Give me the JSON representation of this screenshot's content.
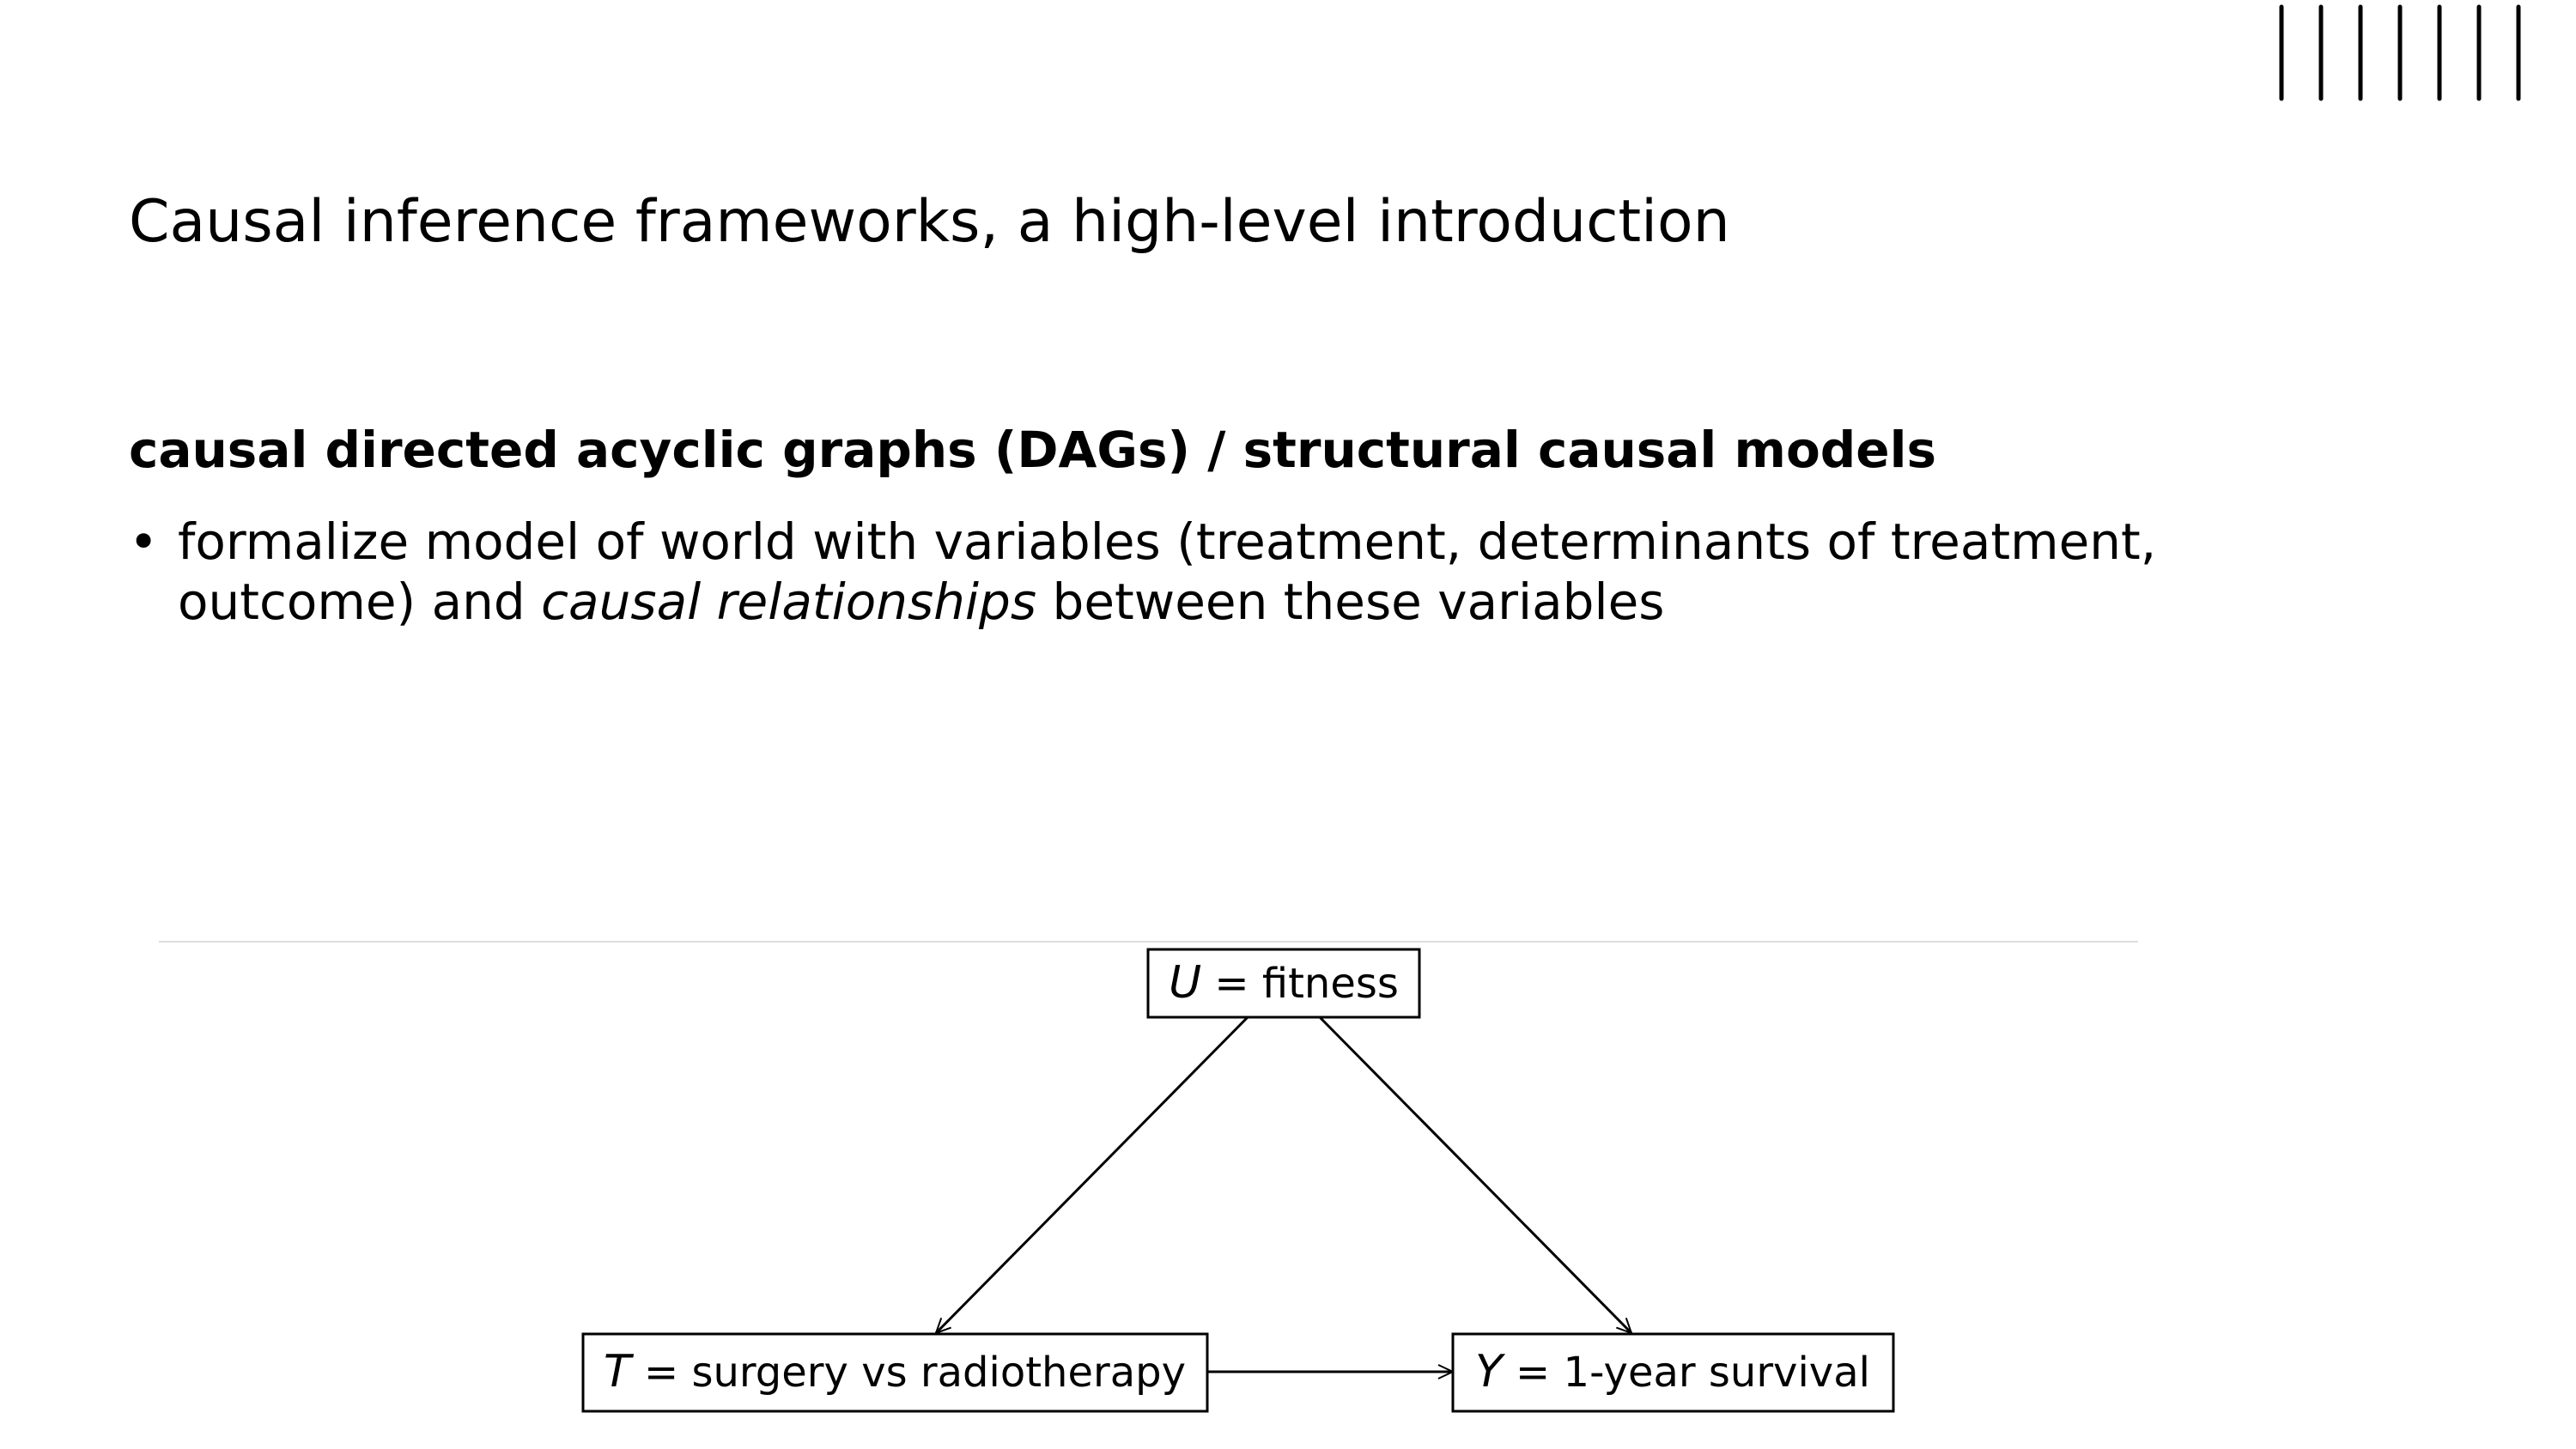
{
  "slide": {
    "title": "Causal inference frameworks, a high-level introduction",
    "heading": "causal directed acyclic graphs (DAGs) / structural causal models",
    "bullets": [
      {
        "bullet_symbol": "•",
        "part1": "formalize model of world with variables (treatment, determinants of treatment, outcome) and ",
        "emphasis": "causal relationships",
        "part2": " between these variables"
      }
    ]
  },
  "diagram": {
    "nodes": {
      "u": {
        "var": "U",
        "eq": " = ",
        "label": "fitness"
      },
      "t": {
        "var": "T",
        "eq": " = ",
        "label": "surgery vs radiotherapy"
      },
      "y": {
        "var": "Y",
        "eq": " = ",
        "label": "1-year survival"
      }
    },
    "edges": [
      {
        "from": "U",
        "to": "T"
      },
      {
        "from": "U",
        "to": "Y"
      },
      {
        "from": "T",
        "to": "Y"
      }
    ]
  }
}
